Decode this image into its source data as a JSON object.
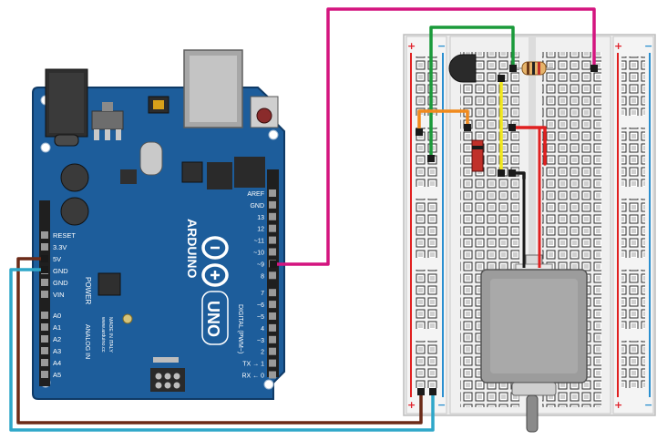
{
  "arduino": {
    "brand": "ARDUINO",
    "model": "UNO",
    "reset_label": "RESET",
    "power_pins": [
      "RESET",
      "3.3V",
      "5V",
      "GND",
      "GND",
      "VIN"
    ],
    "power_header_label": "POWER",
    "analog_pins": [
      "A0",
      "A1",
      "A2",
      "A3",
      "A4",
      "A5"
    ],
    "analog_header_label": "ANALOG IN",
    "digital_pins": [
      "AREF",
      "GND",
      "13",
      "12",
      "~11",
      "~10",
      "~9",
      "8",
      "7",
      "~6",
      "~5",
      "4",
      "~3",
      "2",
      "TX → 1",
      "RX ← 0"
    ],
    "digital_header_label": "DIGITAL (PWM~)",
    "website": "www.arduino.cc",
    "made_in": "MADE IN ITALY"
  },
  "breadboard": {
    "rail_plus": "+",
    "rail_minus": "−"
  },
  "wire_colors": {
    "pin9_to_resistor": "#d4147f",
    "five_volt": "#6b2a17",
    "ground": "#2ea7c9",
    "transistor_gate": "#1a9a3a",
    "diode_link": "#f08a1d",
    "resistor_link": "#f2e81e",
    "motor_positive": "#e02020",
    "motor_negative": "#1a1a1a"
  },
  "board_color": "#1d5d9b"
}
